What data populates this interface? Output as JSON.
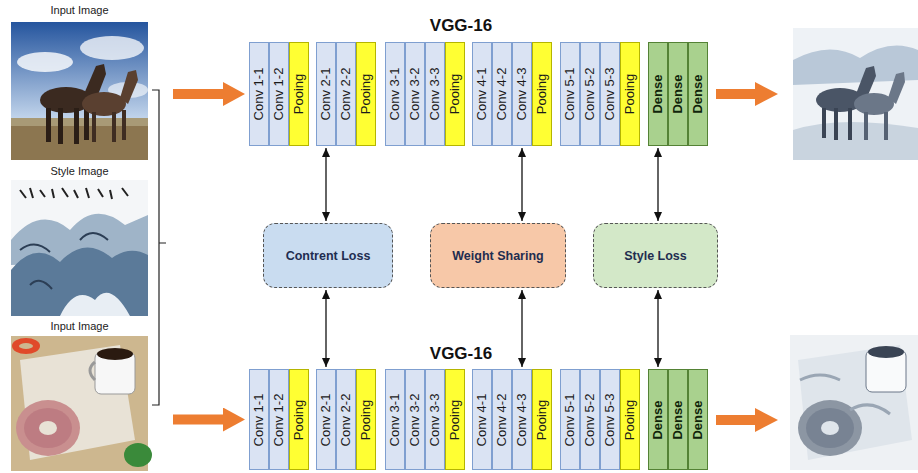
{
  "diagram": {
    "nodes": [
      {
        "text": [
          "Input Image"
        ]
      },
      {
        "text": [
          "Style Image"
        ]
      },
      {
        "text": [
          "Input Image"
        ]
      },
      {
        "text": [
          "Conv 1-1"
        ]
      },
      {
        "text": [
          "Conv 1-2"
        ]
      },
      {
        "text": [
          "Pooing"
        ]
      },
      {
        "text": [
          "Conv 2-1"
        ]
      },
      {
        "text": [
          "Conv 2-2"
        ]
      },
      {
        "text": [
          "Pooing"
        ]
      },
      {
        "text": [
          "Conv 3-1"
        ]
      },
      {
        "text": [
          "Conv 3-2"
        ]
      },
      {
        "text": [
          "Conv 3-3"
        ]
      },
      {
        "text": [
          "Pooing"
        ]
      },
      {
        "text": [
          "Conv 4-1"
        ]
      },
      {
        "text": [
          "Conv 4-2"
        ]
      },
      {
        "text": [
          "Conv 4-3"
        ]
      },
      {
        "text": [
          "Pooing"
        ]
      },
      {
        "text": [
          "Conv 5-1"
        ]
      },
      {
        "text": [
          "Conv 5-2"
        ]
      },
      {
        "text": [
          "Conv 5-3"
        ]
      },
      {
        "text": [
          "Pooing"
        ]
      },
      {
        "text": [
          "Dense"
        ]
      },
      {
        "text": [
          "Dense"
        ]
      },
      {
        "text": [
          "Dense"
        ]
      },
      {
        "text": [
          "Contrent Loss"
        ]
      },
      {
        "text": [
          "Weight Sharing"
        ]
      },
      {
        "text": [
          "Style Loss"
        ]
      },
      {
        "text": [
          "Conv 1-1"
        ]
      },
      {
        "text": [
          "Conv 1-2"
        ]
      },
      {
        "text": [
          "Pooing"
        ]
      },
      {
        "text": [
          "Conv 2-1"
        ]
      },
      {
        "text": [
          "Conv 2-2"
        ]
      },
      {
        "text": [
          "Pooing"
        ]
      },
      {
        "text": [
          "Conv 3-1"
        ]
      },
      {
        "text": [
          "Conv 3-2"
        ]
      },
      {
        "text": [
          "Conv 3-3"
        ]
      },
      {
        "text": [
          "Pooing"
        ]
      },
      {
        "text": [
          "Conv 4-1"
        ]
      },
      {
        "text": [
          "Conv 4-2"
        ]
      },
      {
        "text": [
          "Conv 4-3"
        ]
      },
      {
        "text": [
          "Pooing"
        ]
      },
      {
        "text": [
          "Conv 5-1"
        ]
      },
      {
        "text": [
          "Conv 5-2"
        ]
      },
      {
        "text": [
          "Conv 5-3"
        ]
      },
      {
        "text": [
          "Pooing"
        ]
      },
      {
        "text": [
          "Dense"
        ]
      },
      {
        "text": [
          "Dense"
        ]
      },
      {
        "text": [
          "Dense"
        ]
      }
    ],
    "edges": [
      {
        "from": 0,
        "to": 3,
        "arrow": "to"
      },
      {
        "from": 2,
        "to": 27,
        "arrow": "to"
      },
      {
        "from": 24,
        "to": 6,
        "arrow": "both"
      },
      {
        "from": 24,
        "to": 30,
        "arrow": "both"
      },
      {
        "from": 25,
        "to": 15,
        "arrow": "both"
      },
      {
        "from": 25,
        "to": 39,
        "arrow": "both"
      },
      {
        "from": 26,
        "to": 21,
        "arrow": "both"
      },
      {
        "from": 26,
        "to": 45,
        "arrow": "both"
      }
    ],
    "labels": [
      "VGG-16",
      "VGG-16"
    ]
  }
}
